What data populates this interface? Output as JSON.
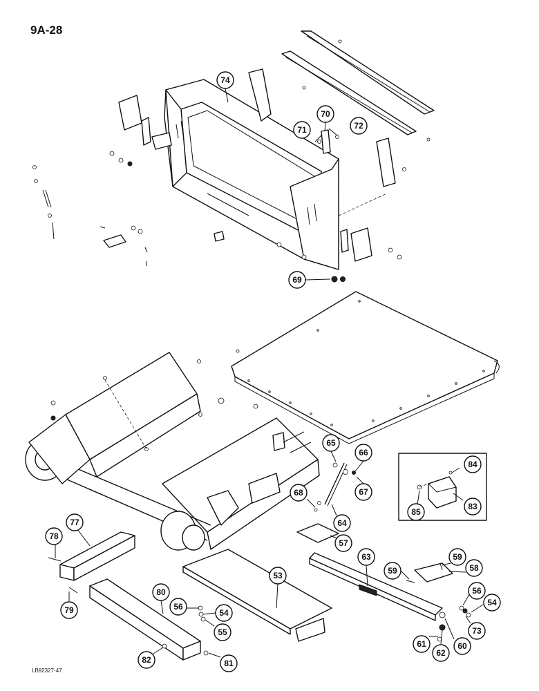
{
  "page_label": "9A-28",
  "reference_label": "LB92327-47",
  "callouts": [
    "74",
    "70",
    "71",
    "72",
    "69",
    "65",
    "66",
    "67",
    "68",
    "64",
    "84",
    "85",
    "83",
    "57",
    "77",
    "78",
    "79",
    "53",
    "63",
    "59",
    "59",
    "58",
    "56",
    "54",
    "73",
    "60",
    "62",
    "61",
    "80",
    "56",
    "54",
    "55",
    "82",
    "81"
  ]
}
